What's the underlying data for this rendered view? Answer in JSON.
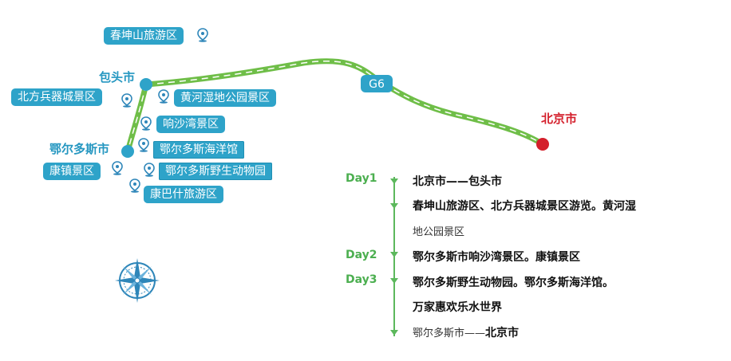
{
  "map": {
    "highway": "G6",
    "cities": {
      "baotou": "包头市",
      "ordos": "鄂尔多斯市",
      "beijing": "北京市"
    },
    "attractions": [
      "春坤山旅游区",
      "北方兵器城景区",
      "黄河湿地公园景区",
      "响沙湾景区",
      "鄂尔多斯海洋馆",
      "康镇景区",
      "鄂尔多斯野生动物园",
      "康巴什旅游区"
    ],
    "colors": {
      "route": "#6fbe48",
      "tag": "#2ea3c9",
      "city_blue": "#2597c1",
      "city_red": "#d41f2b"
    },
    "compass_icon": "compass-rose-icon",
    "pin_icon": "map-pin-icon"
  },
  "itinerary": {
    "days": [
      "Day1",
      "Day2",
      "Day3"
    ],
    "lines": [
      {
        "bold": "北京市——包头市",
        "light": ""
      },
      {
        "bold": "春坤山旅游区、北方兵器城景区游览。黄河湿",
        "light": ""
      },
      {
        "bold": "",
        "light": "地公园景区"
      },
      {
        "bold": "鄂尔多斯市响沙湾景区。康镇景区",
        "light": ""
      },
      {
        "bold": "鄂尔多斯野生动物园。鄂尔多斯海洋馆。",
        "light": ""
      },
      {
        "bold": "万家惠欢乐水世界",
        "light": ""
      },
      {
        "light": "鄂尔多斯市——",
        "bold": "北京市"
      }
    ],
    "colors": {
      "day": "#4caf50",
      "timeline": "#5cb85c"
    }
  }
}
